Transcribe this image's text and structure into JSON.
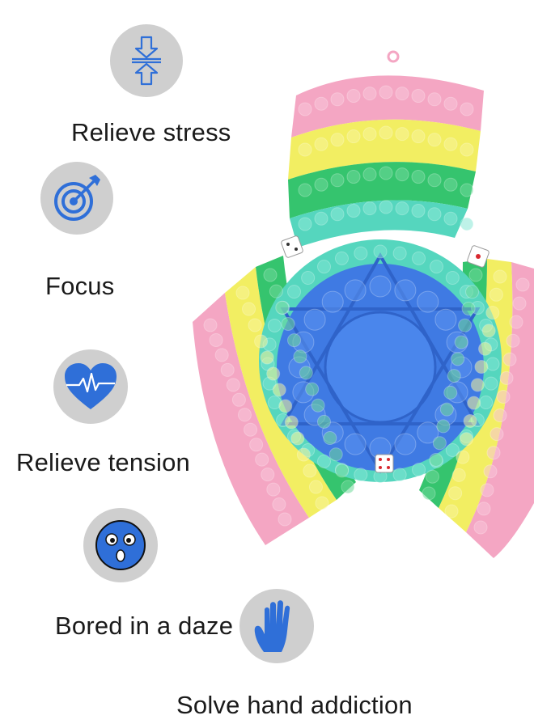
{
  "benefits": [
    {
      "label": "Relieve stress",
      "icon": "compress-arrows-icon"
    },
    {
      "label": "Focus",
      "icon": "target-arrow-icon"
    },
    {
      "label": "Relieve tension",
      "icon": "heart-pulse-icon"
    },
    {
      "label": "Bored in a daze",
      "icon": "dazed-face-icon"
    },
    {
      "label": "Solve hand addiction",
      "icon": "hand-icon"
    }
  ],
  "colors": {
    "icon_blue": "#2f6fd8",
    "icon_circle": "#cfcfcf",
    "pink": "#f4a6c3",
    "yellow": "#f2ee62",
    "green": "#35c46e",
    "teal": "#55d6be",
    "blue": "#3f7ae3"
  },
  "product": {
    "name": "rainbow-pop-it-three-player-board"
  }
}
